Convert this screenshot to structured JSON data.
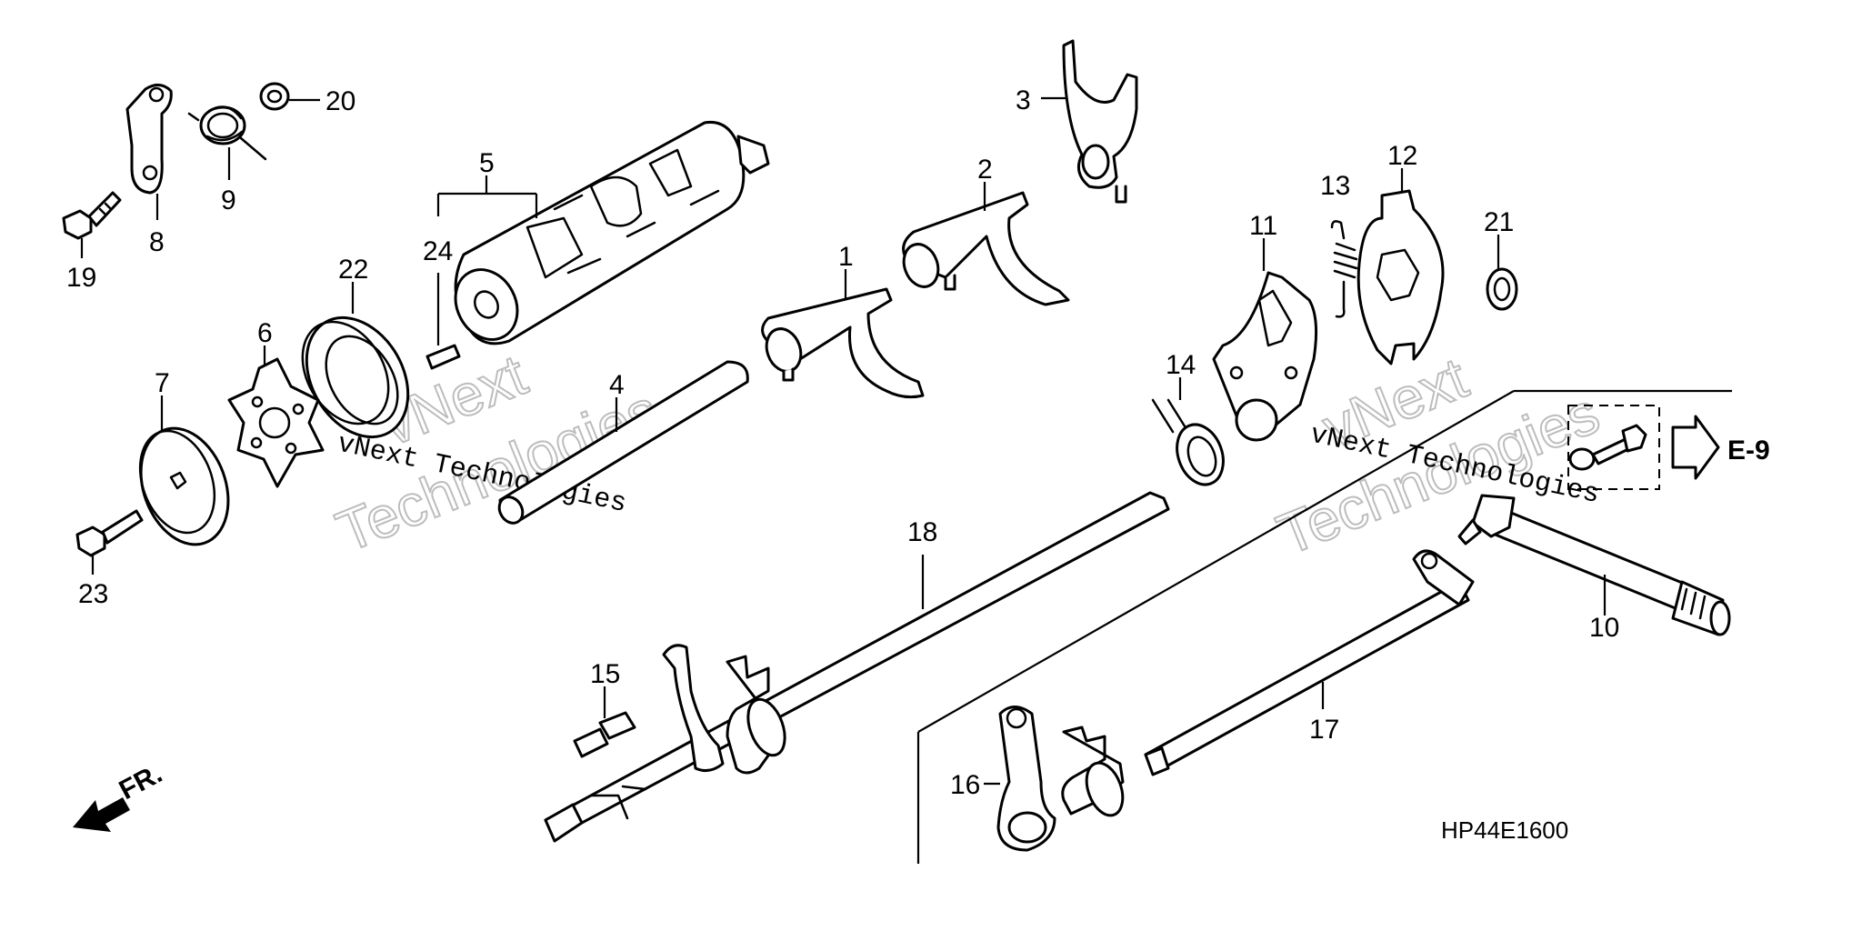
{
  "callouts": {
    "n1": "1",
    "n2": "2",
    "n3": "3",
    "n4": "4",
    "n5": "5",
    "n6": "6",
    "n7": "7",
    "n8": "8",
    "n9": "9",
    "n10": "10",
    "n11": "11",
    "n12": "12",
    "n13": "13",
    "n14": "14",
    "n15": "15",
    "n16": "16",
    "n17": "17",
    "n18": "18",
    "n19": "19",
    "n20": "20",
    "n21": "21",
    "n22": "22",
    "n23": "23",
    "n24": "24"
  },
  "reference_arrow": {
    "label": "E-9"
  },
  "front_arrow": {
    "label": "FR."
  },
  "diagram_code": "HP44E1600",
  "watermarks": {
    "left_brand": "vNext",
    "left_word": "Technologies",
    "left_line": "vNext Technologies",
    "right_brand": "vNext",
    "right_word": "Technologies",
    "right_line": "vNext Technologies"
  }
}
